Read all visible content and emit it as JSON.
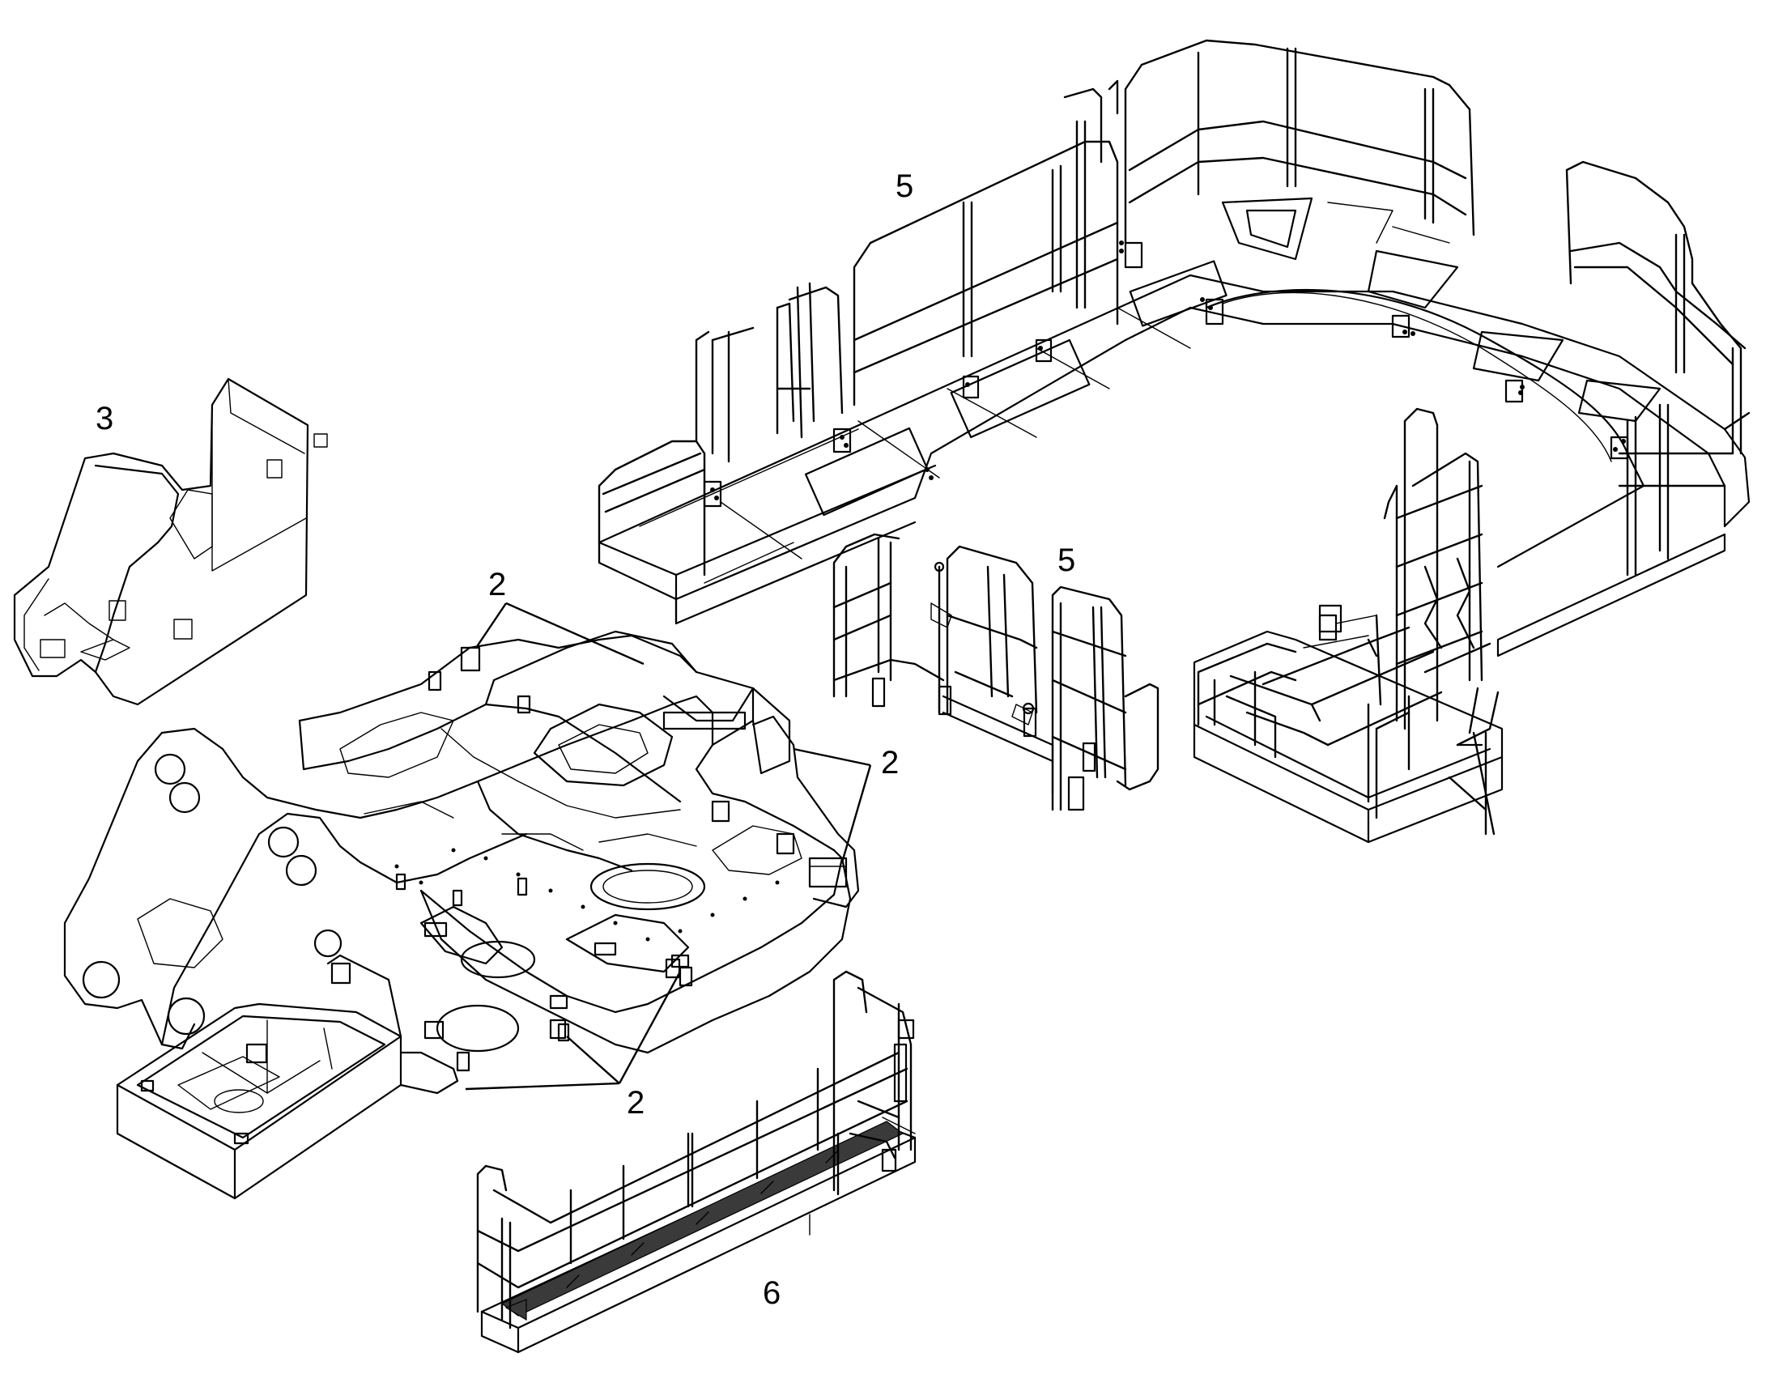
{
  "callouts": {
    "c3": "3",
    "c2_top": "2",
    "c2_right": "2",
    "c2_bottom": "2",
    "c5_top": "5",
    "c5_mid": "5",
    "c6": "6"
  }
}
